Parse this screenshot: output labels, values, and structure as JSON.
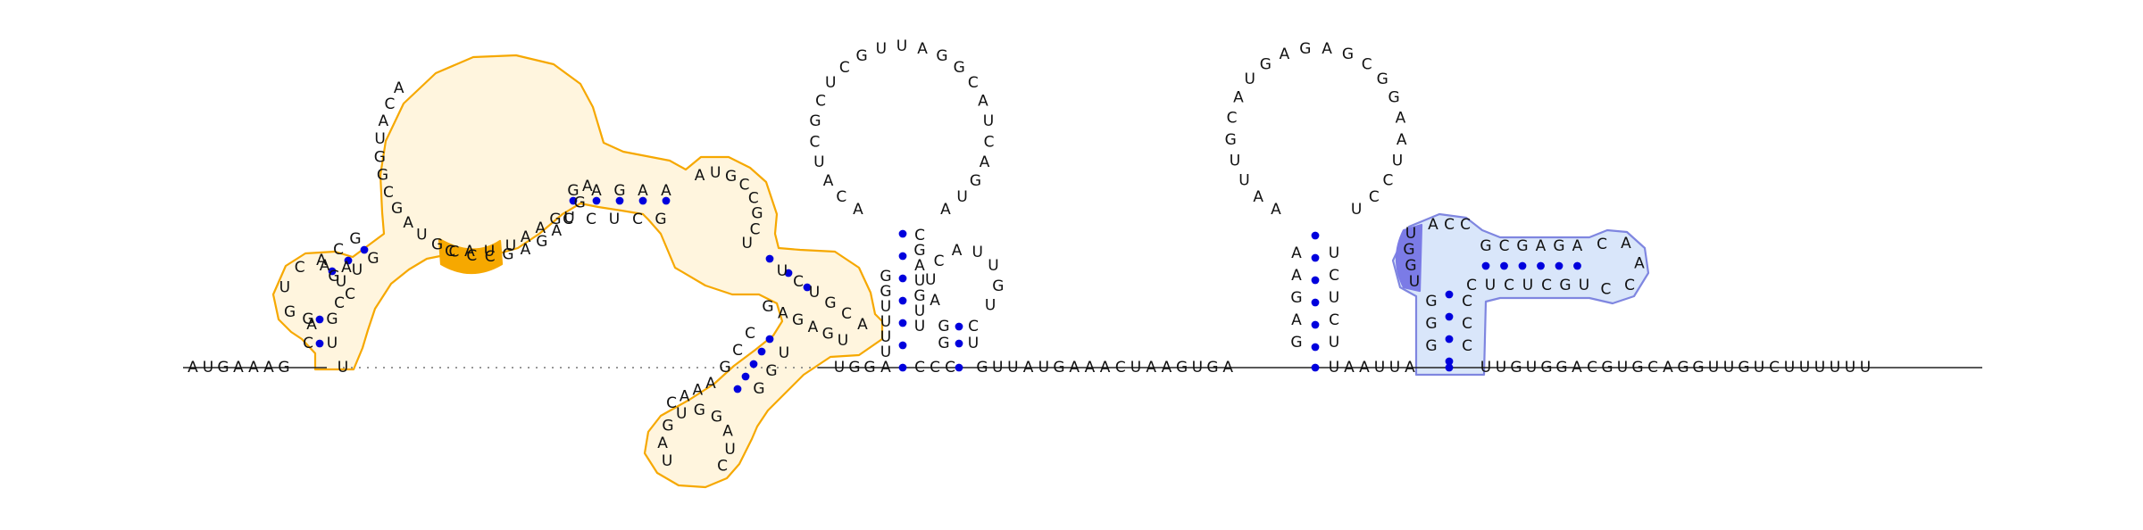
{
  "colors": {
    "highlight_orange": "#f6a800",
    "highlight_orange_fill": "#fff3d6",
    "highlight_blue": "#7f86e0",
    "highlight_blue_fill": "#cfe0f7",
    "highlight_blue_strong": "#7b7be6",
    "base_pair_dot": "#0000dd",
    "backbone": "#222222"
  },
  "backbone": {
    "head": "AUGAAAG",
    "stem1_3prime": "U",
    "mid_right": "UGG",
    "ccc": "CCC",
    "tail_to_stem3": "GUUAUGAAACUAAGUGA",
    "after_stem3": "UAAUUA",
    "after_stem4": "UUGUGGACGUGCAGGUUGUCUUUUUU"
  },
  "domain1": {
    "outer_stem_5prime": "GC",
    "outer_stem_3prime": "GU",
    "left_hairpin_loop": "AGUCA",
    "left_hairpin_3prime": "CCGA",
    "left_stem_5prime": "ACG",
    "left_stem_3prime": "UUG",
    "big_loop_5prime": "ACAUGGCGAUGCCCGAGAUGA",
    "orange_strong": "CAU",
    "big_loop_3prime": "UAAG",
    "right_stem_5prime": "GAGAA",
    "right_stem_3prime": "CCUCG",
    "upper_right_loop": "AUGCCGCU",
    "inner_stem_5prime": "UCUGCA",
    "inner_stem_3prime": "GAGAGU",
    "lower_loop": "UAGUGGAUC",
    "lower_stem_5prime": "CCG",
    "lower_stem_3prime": "UGG",
    "lower_stem_bases": "AAAC"
  },
  "domain2": {
    "stem_5prime": "AUUUUGG",
    "stem_3prime": "CGAUGUU",
    "loop": "ACAUCGCUCGUUAGGCAUCAGUA",
    "small_stem_5prime": "GG",
    "small_stem_3prime": "UC",
    "small_loop": "AUCAUUGU"
  },
  "domain3": {
    "stem_5prime": "GAGAA",
    "stem_3prime": "UCUCU",
    "loop": "AAUUGCAUGAGAGCGGAAUCCU"
  },
  "domain4": {
    "outer_stem_5prime": "GGG",
    "outer_stem_3prime": "CCC",
    "loop_strong": "UGGU",
    "loop_rest": "ACC",
    "stem_5prime": "GCGAGA",
    "stem_3prime": "CUCUCGU",
    "hairpin_loop": "CAACC"
  }
}
